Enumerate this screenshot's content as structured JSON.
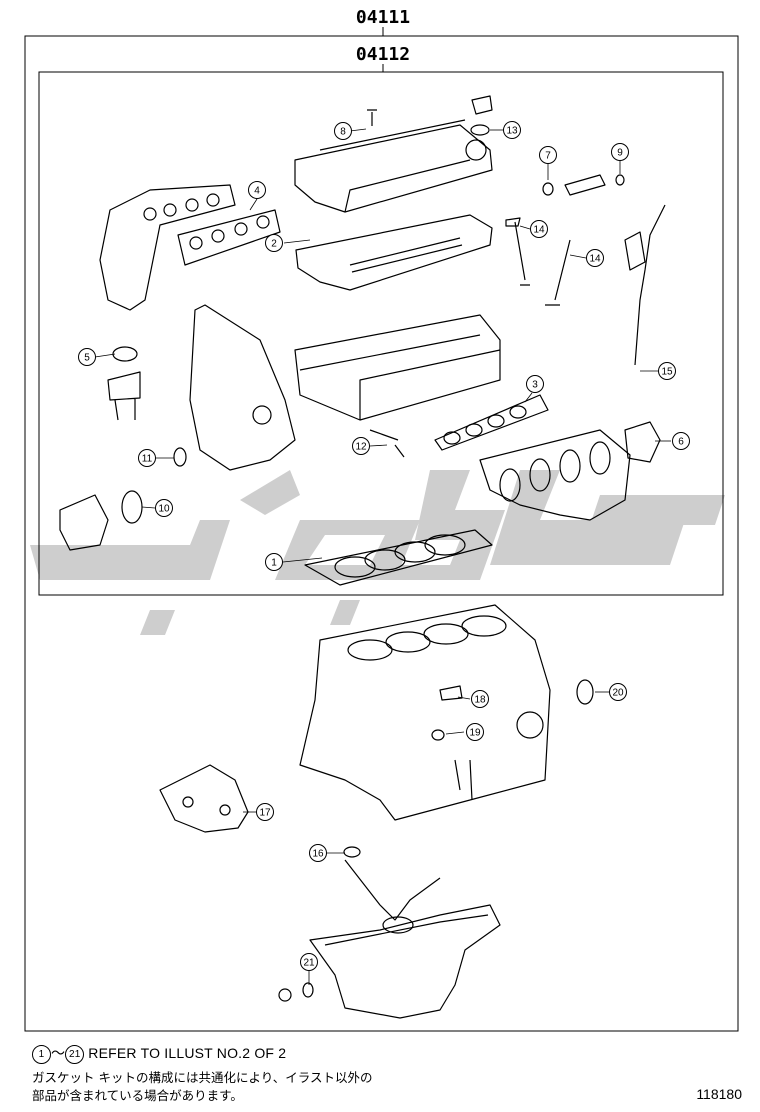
{
  "header": {
    "kit_code_outer": "04111",
    "kit_code_inner": "04112"
  },
  "watermark_color": "#c9c9c9",
  "callouts": [
    {
      "label": "1"
    },
    {
      "label": "2"
    },
    {
      "label": "3"
    },
    {
      "label": "4"
    },
    {
      "label": "5"
    },
    {
      "label": "6"
    },
    {
      "label": "7"
    },
    {
      "label": "8"
    },
    {
      "label": "9"
    },
    {
      "label": "10"
    },
    {
      "label": "11"
    },
    {
      "label": "12"
    },
    {
      "label": "13"
    },
    {
      "label": "14"
    },
    {
      "label": "14"
    },
    {
      "label": "15"
    },
    {
      "label": "16"
    },
    {
      "label": "16"
    },
    {
      "label": "17"
    },
    {
      "label": "18"
    },
    {
      "label": "19"
    },
    {
      "label": "20"
    },
    {
      "label": "21"
    }
  ],
  "notes": {
    "ref_from": "1",
    "ref_to": "21",
    "ref_tilde": "～",
    "ref_text": "REFER TO ILLUST NO.2 OF 2",
    "jp_line1": "ガスケット キットの構成には共通化により、イラスト以外の",
    "jp_line2": "部品が含まれている場合があります。"
  },
  "illustration_id": "118180"
}
